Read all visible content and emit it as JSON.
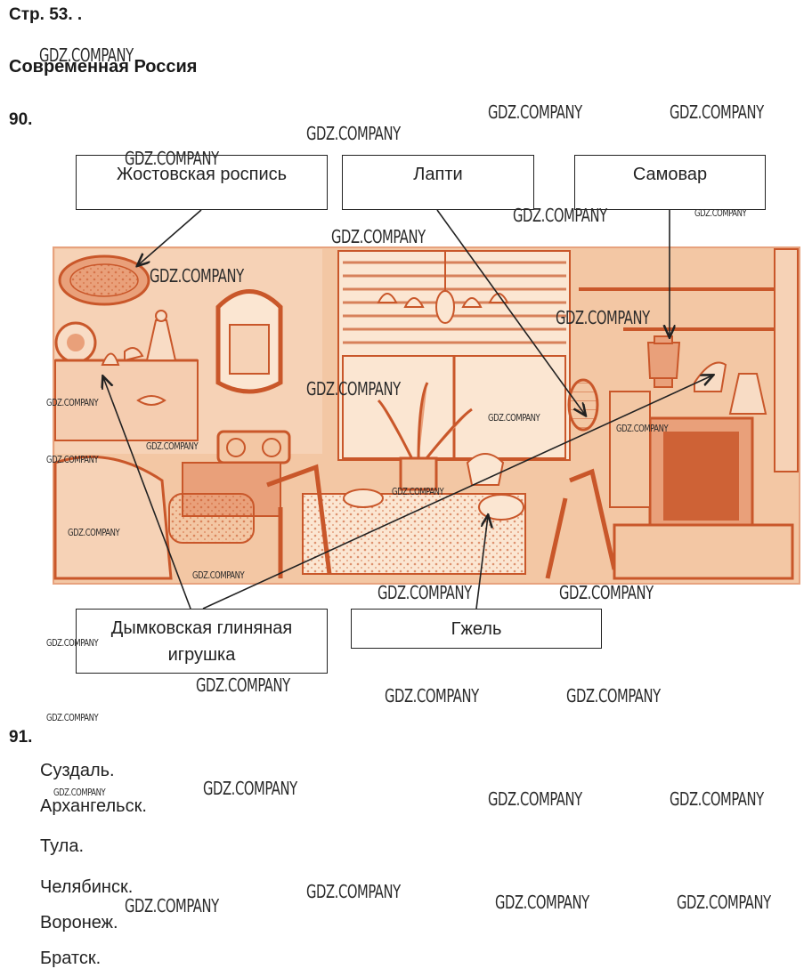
{
  "header": {
    "page_ref": "Стр. 53. .",
    "section_title": "Современная Россия"
  },
  "exercise_90": {
    "number": "90.",
    "labels": {
      "zhostovo": "Жостовская роспись",
      "lapti": "Лапти",
      "samovar": "Самовар",
      "dymkovo": "Дымковская глиняная игрушка",
      "gzhel": "Гжель"
    },
    "illustration": "room-interior-illustration"
  },
  "exercise_91": {
    "number": "91.",
    "answers": [
      "Суздаль.",
      "Архангельск.",
      "Тула.",
      "Челябинск.",
      "Воронеж.",
      "Братск."
    ]
  },
  "watermark": {
    "text": "GDZ.COMPANY"
  },
  "colors": {
    "illustration_base": "#f3c7a4",
    "illustration_line": "#c9572a",
    "ink": "#222222"
  }
}
